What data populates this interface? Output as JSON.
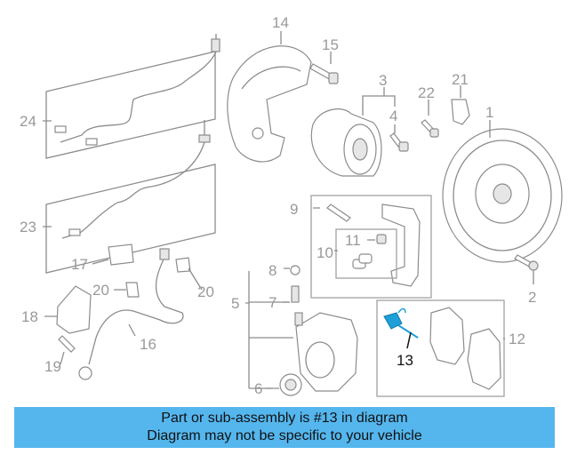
{
  "diagram": {
    "labels": [
      "1",
      "2",
      "3",
      "4",
      "5",
      "6",
      "7",
      "8",
      "9",
      "10",
      "11",
      "12",
      "13",
      "14",
      "15",
      "16",
      "17",
      "18",
      "19",
      "20",
      "20",
      "21",
      "22",
      "23",
      "24"
    ],
    "highlighted_part": "13",
    "highlight_color": "#1f9fd8"
  },
  "banner": {
    "line1": "Part or sub-assembly is #13 in diagram",
    "line2": "Diagram may not be specific to your vehicle",
    "background": "#55b6ee"
  }
}
